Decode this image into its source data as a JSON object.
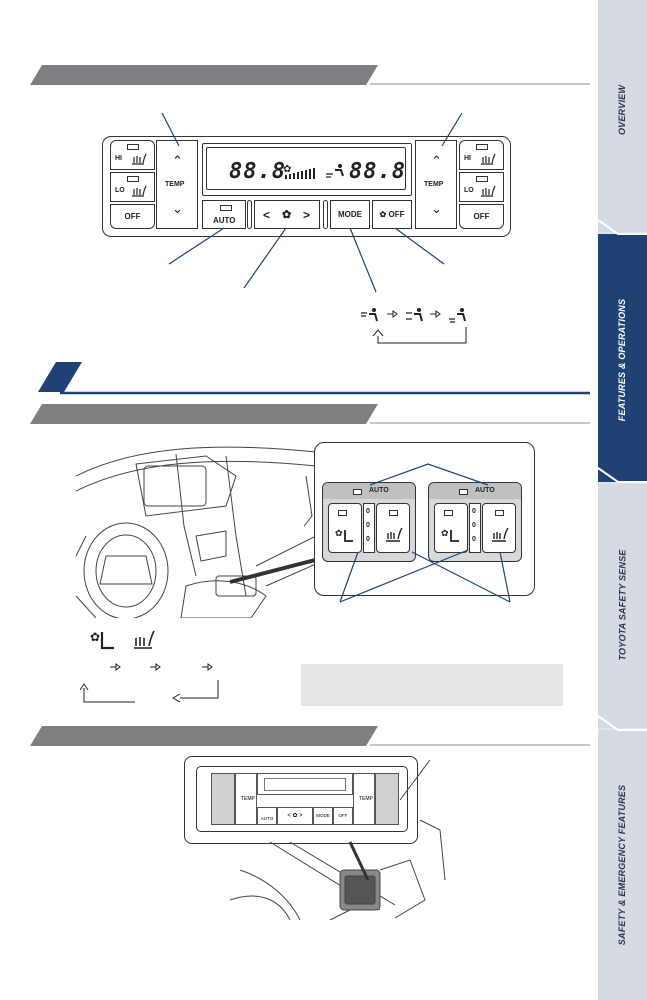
{
  "sidebar": {
    "tabs": [
      {
        "label": "OVERVIEW",
        "active": false
      },
      {
        "label": "FEATURES & OPERATIONS",
        "active": true
      },
      {
        "label": "TOYOTA SAFETY SENSE",
        "active": false
      },
      {
        "label": "SAFETY & EMERGENCY FEATURES",
        "active": false
      }
    ],
    "colors": {
      "active": "#1f4174",
      "inactive": "#d5dae3",
      "background": "#dfe3ea"
    }
  },
  "front_panel": {
    "left_seat": {
      "hi": "HI",
      "lo": "LO",
      "off": "OFF"
    },
    "right_seat": {
      "hi": "HI",
      "lo": "LO",
      "off": "OFF"
    },
    "temp_left": {
      "up": "^",
      "label": "TEMP",
      "down": "v"
    },
    "temp_right": {
      "up": "^",
      "label": "TEMP",
      "down": "v"
    },
    "display": {
      "left_temp": "88.8",
      "right_temp": "88.8"
    },
    "auto": "AUTO",
    "fan_left": "<",
    "fan_right": ">",
    "mode": "MODE",
    "fan_off": "OFF"
  },
  "seat_panel": {
    "left": {
      "auto": "AUTO"
    },
    "right": {
      "auto": "AUTO"
    }
  },
  "rear_panel": {
    "auto": "AUTO",
    "mode": "MODE",
    "off": "OFF",
    "temp": "TEMP"
  },
  "icons": [
    "seat-ventilation-icon",
    "seat-heater-icon",
    "fan-icon",
    "arrow-right-icon",
    "cycle-return-arrow-icon"
  ]
}
